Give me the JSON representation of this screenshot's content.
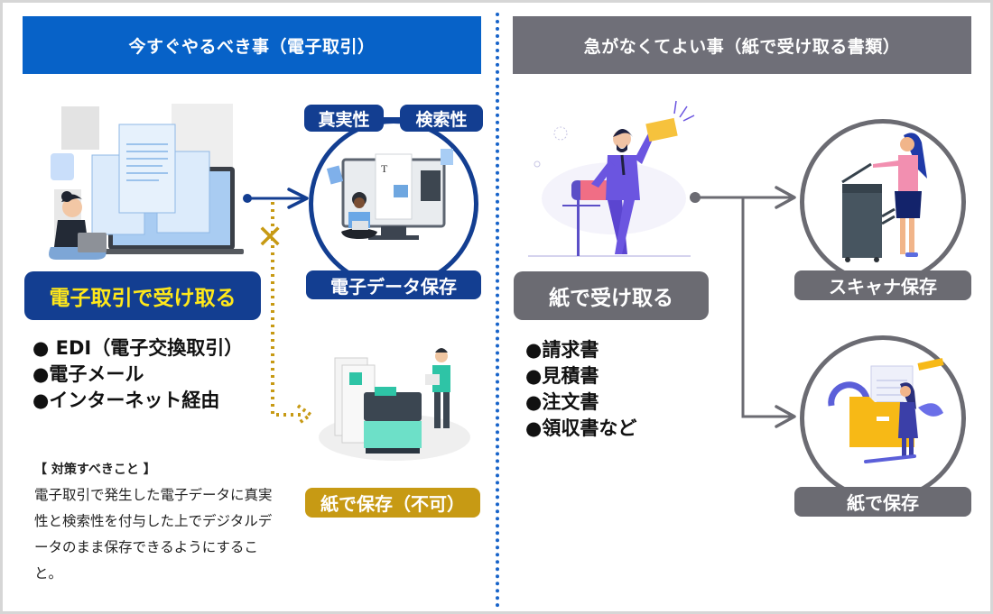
{
  "left_section": {
    "header": "今すぐやるべき事（電子取引）",
    "receive_label": "電子取引で受け取る",
    "receive_methods": [
      "● EDI（電子交換取引）",
      "●電子メール",
      "●インターネット経由"
    ],
    "requirement_badges": [
      "真実性",
      "検索性"
    ],
    "digital_storage_label": "電子データ保存",
    "paper_storage_label": "紙で保存（不可）",
    "note_title": "【 対策すべきこと 】",
    "note_body": "電子取引で発生した電子データに真実性と検索性を付与した上でデジタルデータのまま保存できるようにすること。",
    "prohibited_mark": "✕"
  },
  "right_section": {
    "header": "急がなくてよい事（紙で受け取る書類）",
    "receive_label": "紙で受け取る",
    "document_types": [
      "●請求書",
      "●見積書",
      "●注文書",
      "●領収書など"
    ],
    "scanner_storage_label": "スキャナ保存",
    "paper_storage_label": "紙で保存"
  },
  "colors": {
    "primary_blue": "#0762c8",
    "navy": "#133e91",
    "gold": "#c79a14",
    "gray": "#6b6b72",
    "yellow_text": "#ffe81a"
  }
}
